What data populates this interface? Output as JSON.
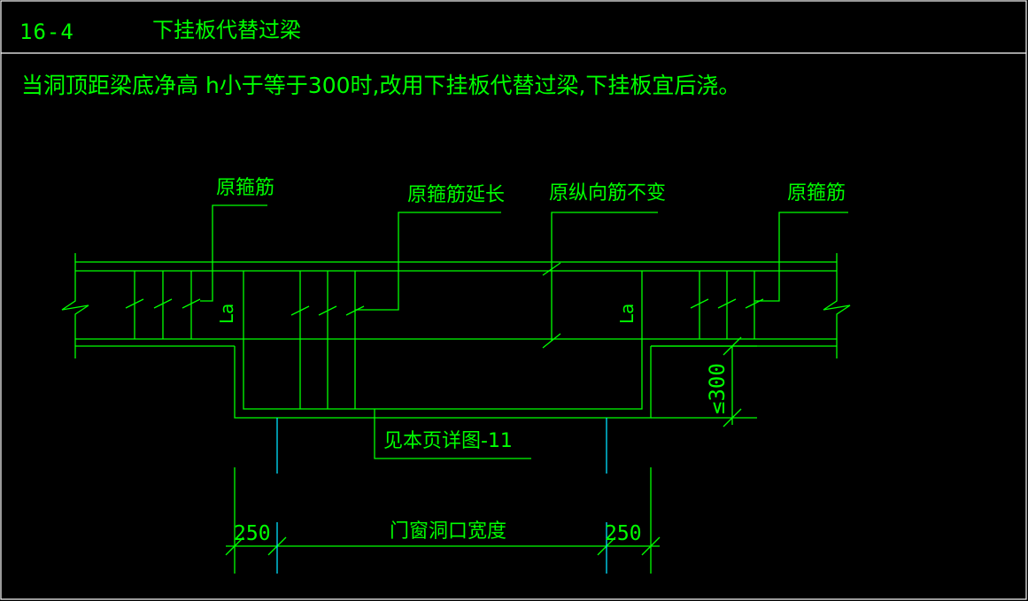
{
  "header": {
    "code": "16-4",
    "title": "下挂板代替过梁"
  },
  "note": "当洞顶距梁底净高 h小于等于300时,改用下挂板代替过梁,下挂板宜后浇。",
  "diagram": {
    "labels": {
      "orig_stirrup_left": "原箍筋",
      "stirrup_extended": "原箍筋延长",
      "longitudinal_unchanged": "原纵向筋不变",
      "orig_stirrup_right": "原箍筋",
      "see_detail": "见本页详图-11",
      "anchor_left": "La",
      "anchor_right": "La",
      "height_limit": "≤300"
    },
    "dimensions": {
      "left_offset": "250",
      "opening_width": "门窗洞口宽度",
      "right_offset": "250"
    }
  },
  "colors": {
    "background": "#000000",
    "text": "#00ff00",
    "drawing": "#00ff00",
    "frame": "#ffffff",
    "leader": "#00e0ff"
  }
}
